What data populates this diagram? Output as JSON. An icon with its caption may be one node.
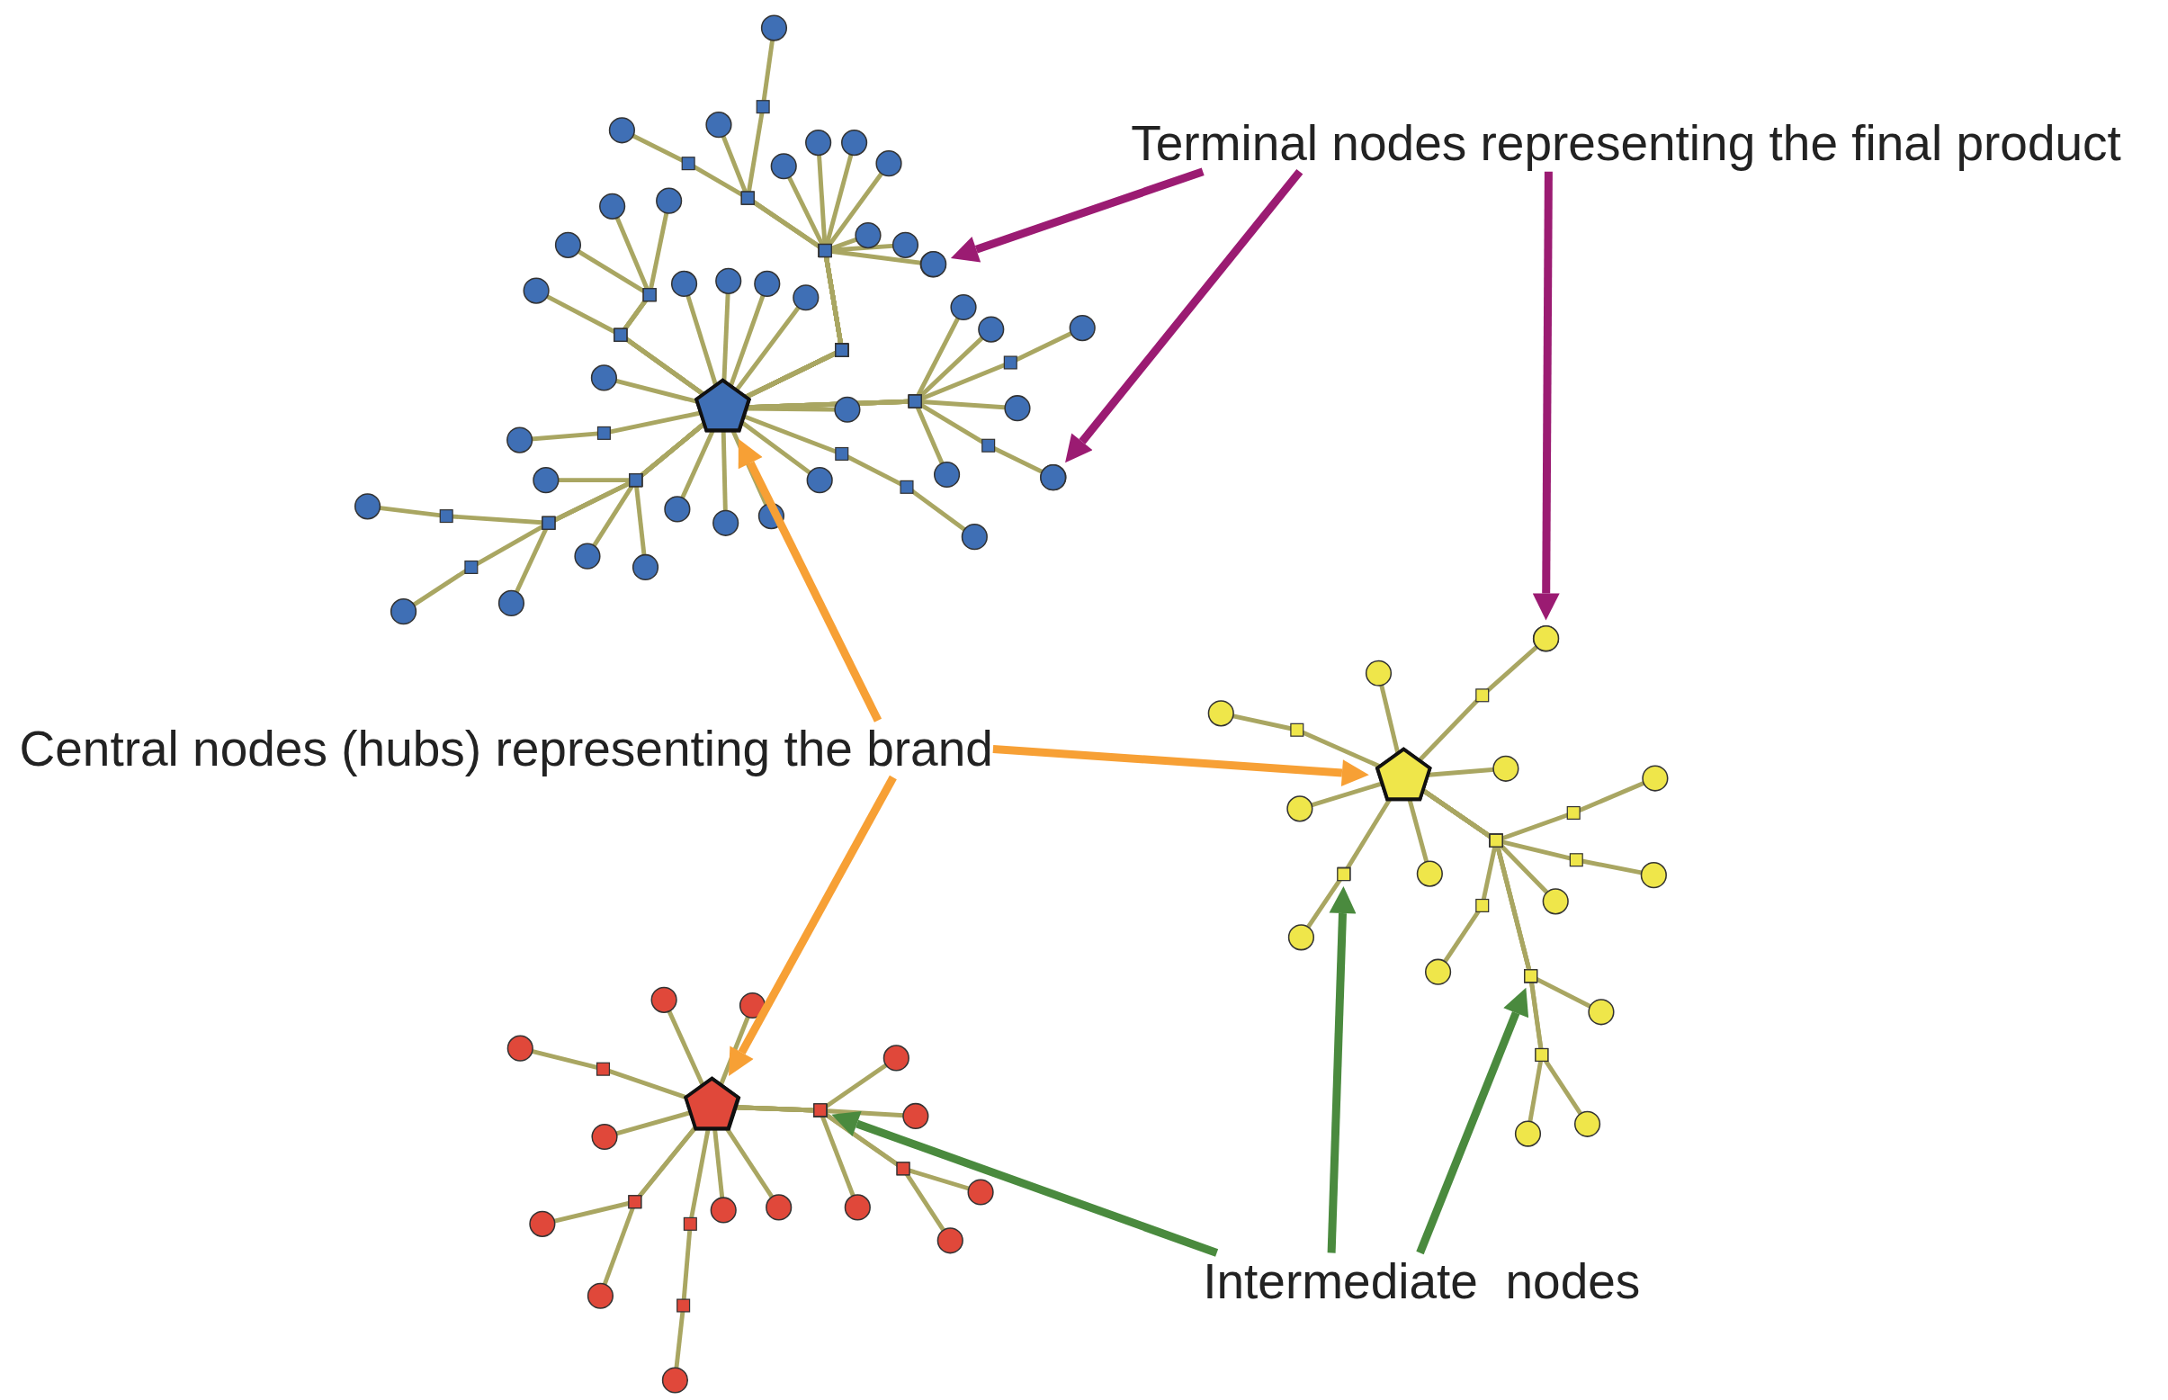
{
  "diagram": {
    "nodes": [
      {
        "text": [],
        "shape": "picture"
      },
      {
        "text": [],
        "shape": "circle",
        "in": 0
      },
      {
        "text": [],
        "shape": "circle",
        "in": 0
      },
      {
        "text": [],
        "shape": "pentagon",
        "in": 0
      },
      {
        "text": [
          "Terminal nodes representing the final product"
        ]
      },
      {
        "text": [],
        "shape": "picture"
      },
      {
        "text": [],
        "shape": "circle",
        "in": 5
      },
      {
        "text": [],
        "shape": "pentagon",
        "in": 5
      },
      {
        "text": [],
        "shape": "box",
        "in": 5
      },
      {
        "text": [],
        "shape": "box",
        "in": 5
      },
      {
        "text": [
          "Central nodes (hubs) representing the brand"
        ]
      },
      {
        "text": [],
        "shape": "picture"
      },
      {
        "text": [],
        "shape": "pentagon",
        "in": 11
      },
      {
        "text": [],
        "shape": "box",
        "in": 11
      },
      {
        "text": [
          "Intermediate  nodes"
        ]
      }
    ],
    "edges": [
      {
        "from": 4,
        "to": 1,
        "arrow": "to",
        "color": "#9b1b72"
      },
      {
        "from": 4,
        "to": 2,
        "arrow": "to",
        "color": "#9b1b72"
      },
      {
        "from": 4,
        "to": 6,
        "arrow": "to",
        "color": "#9b1b72"
      },
      {
        "from": 10,
        "to": 3,
        "arrow": "to",
        "color": "#f7a035"
      },
      {
        "from": 10,
        "to": 7,
        "arrow": "to",
        "color": "#f7a035"
      },
      {
        "from": 10,
        "to": 12,
        "arrow": "to",
        "color": "#f7a035"
      },
      {
        "from": 14,
        "to": 13,
        "arrow": "to",
        "color": "#4a8a3e"
      },
      {
        "from": 14,
        "to": 8,
        "arrow": "to",
        "color": "#4a8a3e"
      },
      {
        "from": 14,
        "to": 9,
        "arrow": "to",
        "color": "#4a8a3e"
      }
    ]
  }
}
